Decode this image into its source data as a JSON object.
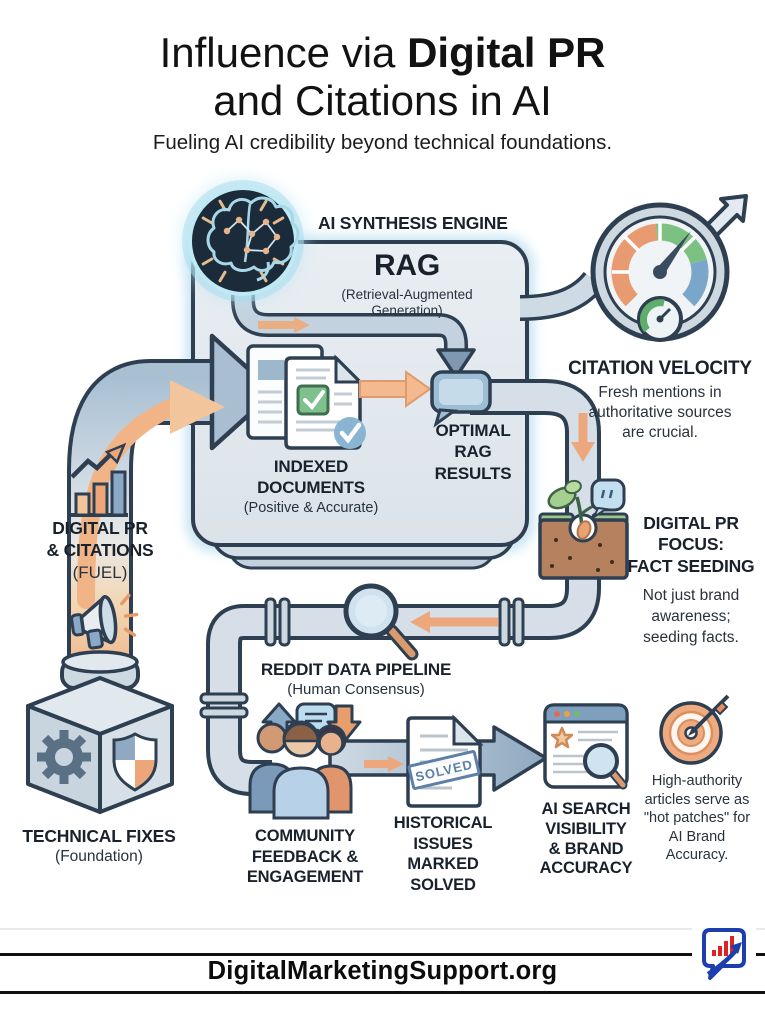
{
  "header": {
    "title_pre": "Influence via",
    "title_bold": "Digital PR",
    "title_line2": "and Citations in AI",
    "subtitle": "Fueling AI credibility beyond technical foundations."
  },
  "engine": {
    "label": "AI SYNTHESIS ENGINE",
    "rag_title": "RAG",
    "rag_subtitle": "(Retrieval-Augmented Generation)",
    "indexed_documents": {
      "title_lines": [
        "INDEXED",
        "DOCUMENTS"
      ],
      "note": "(Positive & Accurate)"
    },
    "optimal_rag": {
      "title_lines": [
        "OPTIMAL",
        "RAG",
        "RESULTS"
      ]
    }
  },
  "citation_velocity": {
    "title": "CITATION VELOCITY",
    "desc_lines": [
      "Fresh mentions in",
      "authoritative sources",
      "are crucial."
    ]
  },
  "fact_seeding": {
    "title_lines": [
      "DIGITAL PR",
      "FOCUS:",
      "FACT SEEDING"
    ],
    "desc_lines": [
      "Not just brand",
      "awareness;",
      "seeding facts."
    ]
  },
  "fuel": {
    "title_lines": [
      "DIGITAL PR",
      "& CITATIONS"
    ],
    "note": "(FUEL)"
  },
  "foundation": {
    "title": "TECHNICAL FIXES",
    "note": "(Foundation)"
  },
  "reddit_pipeline": {
    "title": "REDDIT DATA PIPELINE",
    "note": "(Human Consensus)"
  },
  "community": {
    "title_lines": [
      "COMMUNITY",
      "FEEDBACK &",
      "ENGAGEMENT"
    ]
  },
  "historical": {
    "title_lines": [
      "HISTORICAL",
      "ISSUES",
      "MARKED SOLVED"
    ],
    "stamp": "SOLVED"
  },
  "ai_search": {
    "title_lines": [
      "AI SEARCH",
      "VISIBILITY",
      "& BRAND",
      "ACCURACY"
    ]
  },
  "hot_patches": {
    "desc_lines": [
      "High-authority",
      "articles serve as",
      "\"hot patches\" for",
      "AI Brand",
      "Accuracy."
    ]
  },
  "footer": {
    "brand": "DigitalMarketingSupport.org"
  },
  "colors": {
    "outline_navy": "#2e3f52",
    "accent_orange": "#eda679",
    "accent_green": "#7dc182",
    "accent_blue": "#7aa7c9",
    "pipe_light": "#d6dfe7",
    "box_fill": "#e4eaef",
    "soil_brown": "#b5815f",
    "logo_blue": "#1d3fae",
    "logo_red": "#e02222"
  }
}
